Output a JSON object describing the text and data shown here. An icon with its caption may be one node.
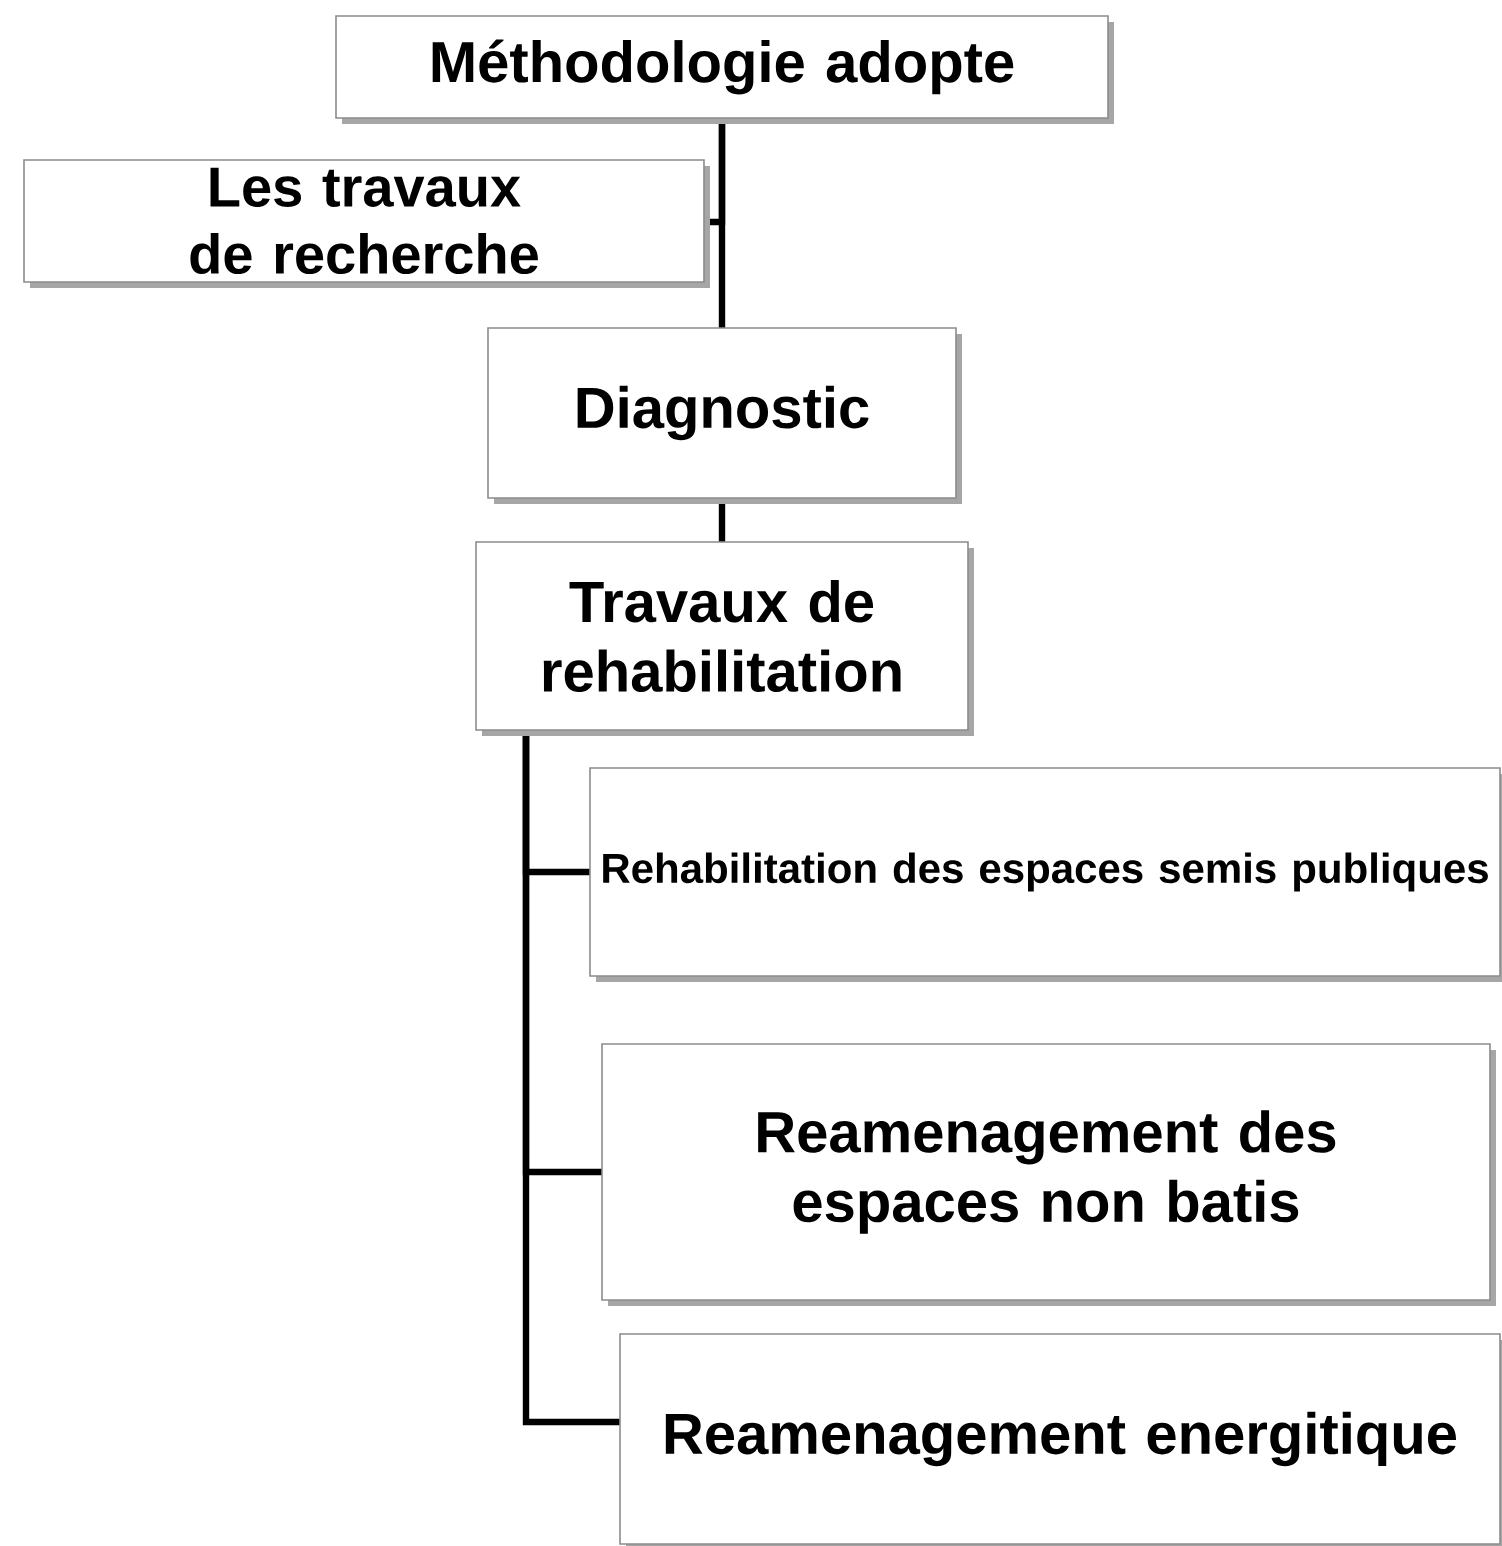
{
  "diagram": {
    "nodes": [
      {
        "text": [
          "Méthodologie adopte"
        ]
      },
      {
        "text": [
          "Les travaux de recherche"
        ]
      },
      {
        "text": [
          "Diagnostic"
        ]
      },
      {
        "text": [
          "Travaux de rehabilitation"
        ]
      },
      {
        "text": [
          "Rehabilitation des espaces semis publiques"
        ]
      },
      {
        "text": [
          "Reamenagement des espaces non batis"
        ]
      },
      {
        "text": [
          "Reamenagement energitique"
        ]
      }
    ],
    "edges": [
      {
        "from": 0,
        "to": 1,
        "arrow": "none"
      },
      {
        "from": 0,
        "to": 2,
        "arrow": "none"
      },
      {
        "from": 2,
        "to": 3,
        "arrow": "none"
      },
      {
        "from": 3,
        "to": 4,
        "arrow": "none"
      },
      {
        "from": 3,
        "to": 5,
        "arrow": "none"
      },
      {
        "from": 3,
        "to": 6,
        "arrow": "none"
      }
    ]
  }
}
